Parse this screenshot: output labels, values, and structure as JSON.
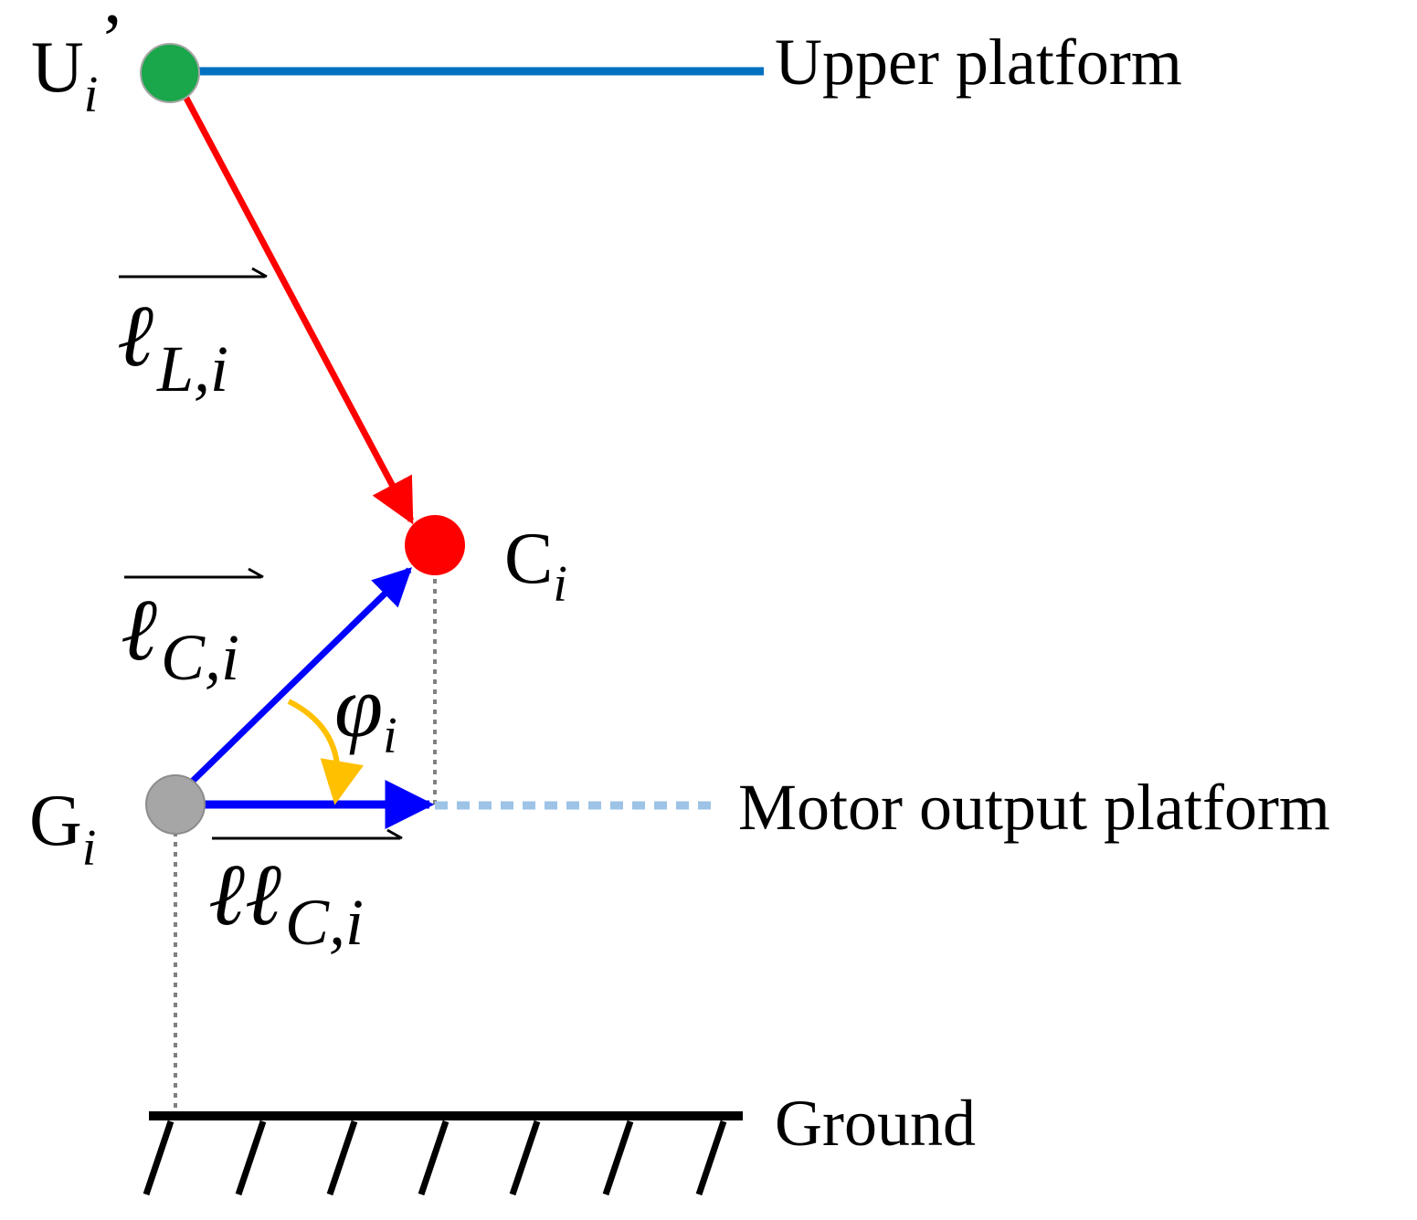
{
  "nodes": {
    "upper_joint": {
      "base": "U",
      "sub": "i",
      "sup": "’",
      "color": "#1aa64a"
    },
    "c_joint": {
      "base": "C",
      "sub": "i",
      "color": "#ff0000"
    },
    "g_joint": {
      "base": "G",
      "sub": "i",
      "color": "#a6a6a6"
    }
  },
  "vectors": {
    "l_L": {
      "main": "ℓ",
      "sub": "L,i",
      "color": "#ff0000"
    },
    "l_C": {
      "main": "ℓ",
      "sub": "C,i",
      "color": "#0000ff"
    },
    "ll_C": {
      "main": "ℓℓ",
      "sub": "C,i",
      "color": "#0000ff"
    }
  },
  "angle": {
    "symbol": "φ",
    "sub": "i",
    "color": "#ffc000"
  },
  "platforms": {
    "upper": {
      "label": "Upper platform",
      "color": "#0070c0"
    },
    "motor": {
      "label": "Motor output platform",
      "color": "#9dc3e6"
    },
    "ground": {
      "label": "Ground",
      "color": "#000000"
    }
  }
}
